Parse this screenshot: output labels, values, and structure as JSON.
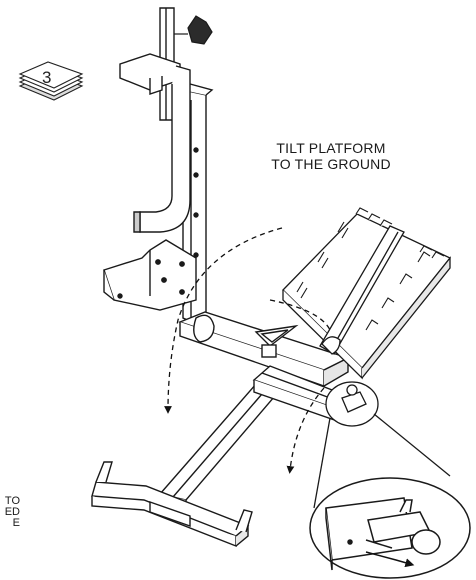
{
  "step": {
    "number": "3"
  },
  "instruction": {
    "line1": "TILT PLATFORM",
    "line2": "TO THE GROUND"
  },
  "cut_off_note": {
    "line1": "TO",
    "line2": "ED",
    "line3": "E"
  },
  "colors": {
    "ink": "#1a1a1a",
    "paper": "#ffffff",
    "shade": "#bfbfbf"
  }
}
